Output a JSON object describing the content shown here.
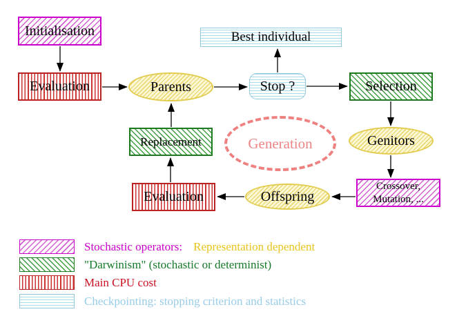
{
  "title": "Evolutionary algorithm generation loop diagram",
  "nodes": {
    "initialisation": "Initialisation",
    "evaluation_top": "Evaluation",
    "parents": "Parents",
    "best_individual": "Best individual",
    "stop": "Stop ?",
    "selection": "Selection",
    "genitors": "Genitors",
    "crossover_line1": "Crossover,",
    "crossover_line2": "Mutation, ...",
    "offspring": "Offspring",
    "evaluation_bottom": "Evaluation",
    "replacement": "Replacement",
    "generation": "Generation"
  },
  "legend": {
    "rows": [
      {
        "swatch": "magenta-diagonal-hatch",
        "label": "Stochastic operators:",
        "label2": "Representation dependent"
      },
      {
        "swatch": "green-diagonal-hatch",
        "label": "\"Darwinism\" (stochastic or determinist)"
      },
      {
        "swatch": "red-vertical-stripes",
        "label": "Main CPU cost"
      },
      {
        "swatch": "cyan-horizontal-stripes",
        "label": "Checkpointing: stopping criterion and statistics"
      }
    ]
  },
  "colors": {
    "magenta": "#cc00cc",
    "red": "#cc2222",
    "green": "#1e7a1e",
    "yellow_border": "#e2cc50",
    "yellow_fill": "#fcf8d6",
    "cyan": "#99cce8",
    "gold_text": "#e8c41e",
    "salmon": "#ee8080",
    "text": "#000000"
  }
}
